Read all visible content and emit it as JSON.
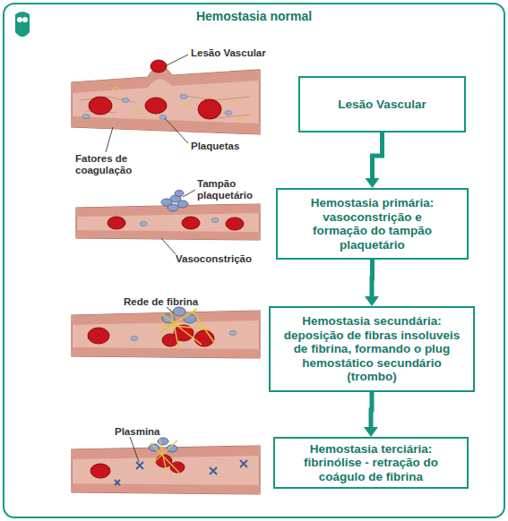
{
  "diagram": {
    "title": "Hemostasia normal",
    "nodes": [
      {
        "text": [
          "Lesão Vascular"
        ]
      },
      {
        "text": [
          "Hemostasia primária: vasoconstrição e formação do tampão plaquetário"
        ]
      },
      {
        "text": [
          "Hemostasia secundária: deposição de fibras insoluveis de fibrina, formando o plug hemostático secundário (trombo)"
        ]
      },
      {
        "text": [
          "Hemostasia terciária: fibrinólise - retração do coágulo de fibrina"
        ]
      }
    ],
    "edges": [
      {
        "from": 0,
        "to": 1,
        "arrow": "to"
      },
      {
        "from": 1,
        "to": 2,
        "arrow": "to"
      },
      {
        "from": 2,
        "to": 3,
        "arrow": "to"
      }
    ],
    "labels": [
      "Lesão Vascular",
      "Plaquetas",
      "Fatores de coagulação",
      "Tampão plaquetário",
      "Vasoconstrição",
      "Rede de fibrina",
      "Plasmina"
    ]
  }
}
